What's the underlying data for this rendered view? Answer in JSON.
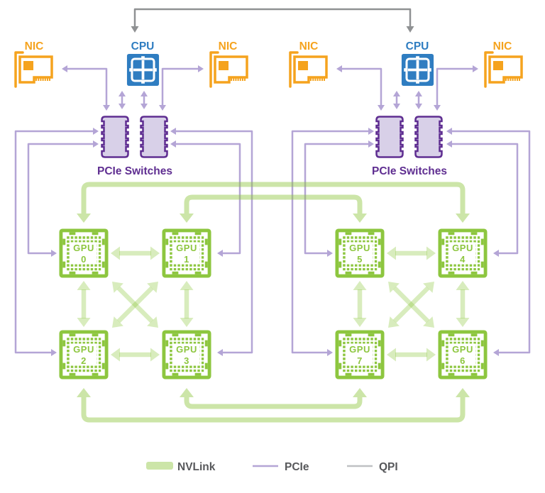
{
  "nodes": {
    "cpu_a_label": "CPU",
    "cpu_b_label": "CPU",
    "nic_a1_label": "NIC",
    "nic_a2_label": "NIC",
    "nic_b1_label": "NIC",
    "nic_b2_label": "NIC",
    "pcie_switches_a_label": "PCIe Switches",
    "pcie_switches_b_label": "PCIe Switches"
  },
  "gpus": [
    {
      "label": "GPU",
      "number": "0"
    },
    {
      "label": "GPU",
      "number": "1"
    },
    {
      "label": "GPU",
      "number": "2"
    },
    {
      "label": "GPU",
      "number": "3"
    },
    {
      "label": "GPU",
      "number": "4"
    },
    {
      "label": "GPU",
      "number": "5"
    },
    {
      "label": "GPU",
      "number": "6"
    },
    {
      "label": "GPU",
      "number": "7"
    }
  ],
  "legend": {
    "nvlink_label": "NVLink",
    "pcie_label": "PCIe",
    "qpi_label": "QPI"
  },
  "colors": {
    "nvlink_green": "#8dc63f",
    "nvlink_line": "rgba(141,198,63,0.45)",
    "pcie_line_purple": "#b4a5d6",
    "switch_purple": "#5f2e91",
    "switch_fill": "#d8d0e8",
    "cpu_blue": "#2f7dc1",
    "nic_orange": "#f5a31e",
    "qpi_gray": "#8f9193",
    "legend_text": "#57585b"
  },
  "topology": {
    "links": [
      {
        "type": "QPI",
        "from": "CPU-A",
        "to": "CPU-B"
      },
      {
        "type": "PCIe",
        "from": "NIC-A1",
        "to": "PCIe-Switches-A"
      },
      {
        "type": "PCIe",
        "from": "NIC-A2",
        "to": "PCIe-Switches-A"
      },
      {
        "type": "PCIe",
        "from": "CPU-A",
        "to": "PCIe-Switch-A1"
      },
      {
        "type": "PCIe",
        "from": "CPU-A",
        "to": "PCIe-Switch-A2"
      },
      {
        "type": "PCIe",
        "from": "PCIe-Switches-A",
        "to": "GPU-0"
      },
      {
        "type": "PCIe",
        "from": "PCIe-Switches-A",
        "to": "GPU-1"
      },
      {
        "type": "PCIe",
        "from": "PCIe-Switches-A",
        "to": "GPU-2"
      },
      {
        "type": "PCIe",
        "from": "PCIe-Switches-A",
        "to": "GPU-3"
      },
      {
        "type": "PCIe",
        "from": "NIC-B1",
        "to": "PCIe-Switches-B"
      },
      {
        "type": "PCIe",
        "from": "NIC-B2",
        "to": "PCIe-Switches-B"
      },
      {
        "type": "PCIe",
        "from": "CPU-B",
        "to": "PCIe-Switch-B1"
      },
      {
        "type": "PCIe",
        "from": "CPU-B",
        "to": "PCIe-Switch-B2"
      },
      {
        "type": "PCIe",
        "from": "PCIe-Switches-B",
        "to": "GPU-5"
      },
      {
        "type": "PCIe",
        "from": "PCIe-Switches-B",
        "to": "GPU-7"
      },
      {
        "type": "PCIe",
        "from": "PCIe-Switches-B",
        "to": "GPU-4"
      },
      {
        "type": "PCIe",
        "from": "PCIe-Switches-B",
        "to": "GPU-6"
      },
      {
        "type": "NVLink",
        "from": "GPU-0",
        "to": "GPU-1"
      },
      {
        "type": "NVLink",
        "from": "GPU-2",
        "to": "GPU-3"
      },
      {
        "type": "NVLink",
        "from": "GPU-0",
        "to": "GPU-2"
      },
      {
        "type": "NVLink",
        "from": "GPU-1",
        "to": "GPU-3"
      },
      {
        "type": "NVLink",
        "from": "GPU-0",
        "to": "GPU-3"
      },
      {
        "type": "NVLink",
        "from": "GPU-1",
        "to": "GPU-2"
      },
      {
        "type": "NVLink",
        "from": "GPU-0",
        "to": "GPU-4"
      },
      {
        "type": "NVLink",
        "from": "GPU-1",
        "to": "GPU-5"
      },
      {
        "type": "NVLink",
        "from": "GPU-3",
        "to": "GPU-7"
      },
      {
        "type": "NVLink",
        "from": "GPU-2",
        "to": "GPU-6"
      },
      {
        "type": "NVLink",
        "from": "GPU-5",
        "to": "GPU-4"
      },
      {
        "type": "NVLink",
        "from": "GPU-7",
        "to": "GPU-6"
      },
      {
        "type": "NVLink",
        "from": "GPU-5",
        "to": "GPU-7"
      },
      {
        "type": "NVLink",
        "from": "GPU-4",
        "to": "GPU-6"
      },
      {
        "type": "NVLink",
        "from": "GPU-5",
        "to": "GPU-6"
      },
      {
        "type": "NVLink",
        "from": "GPU-4",
        "to": "GPU-7"
      }
    ]
  }
}
